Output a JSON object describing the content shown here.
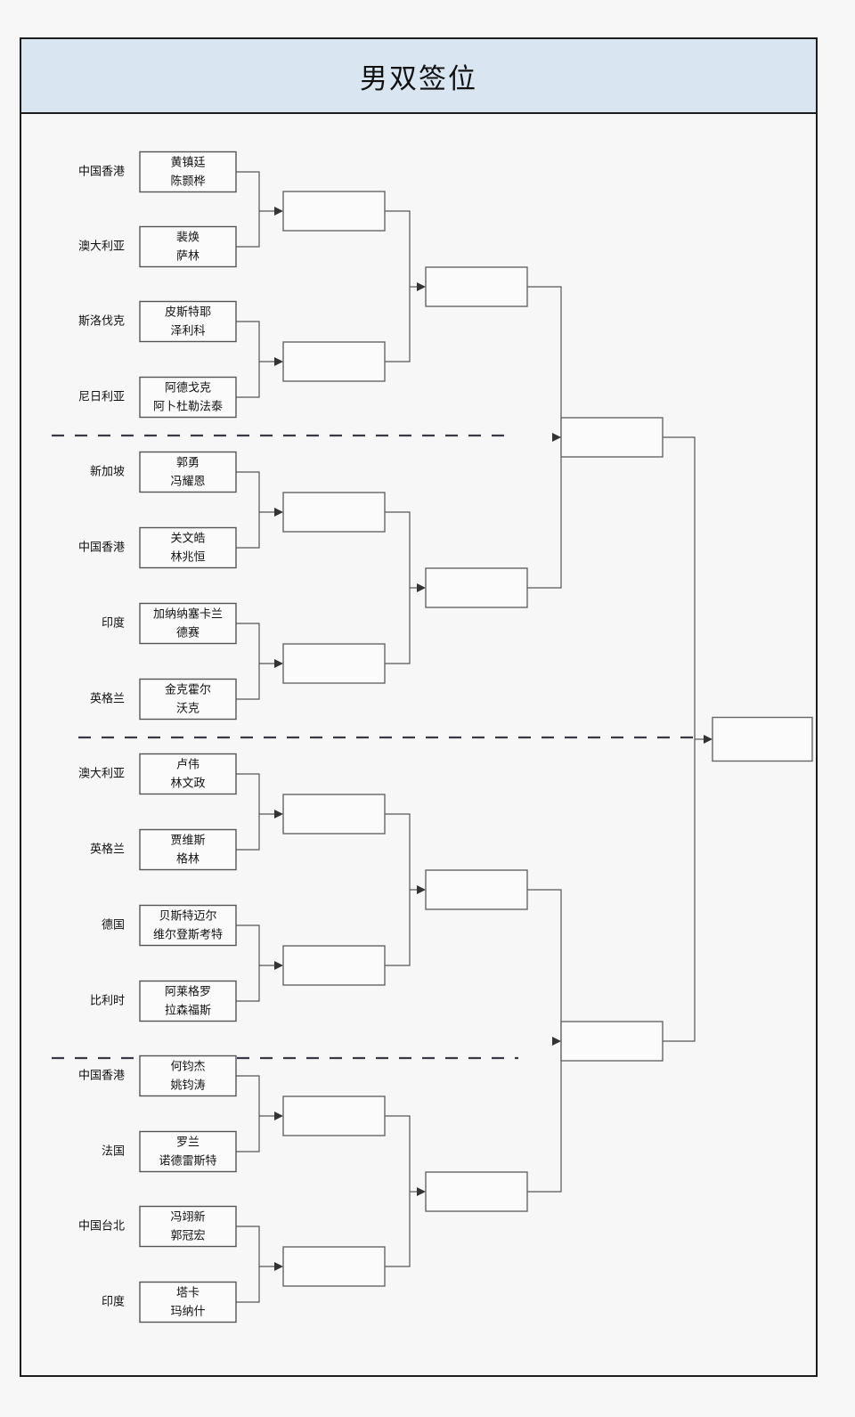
{
  "title": "男双签位",
  "theme": {
    "title_band_bg": "#d9e6f2",
    "frame_border": "#1c1c1c",
    "box_border": "#555555",
    "box_fill": "#fbfbfb",
    "connector": "#555555",
    "separator": "#3a3a46",
    "page_bg": "#f7f7f7"
  },
  "layout": {
    "rounds": 5,
    "entries": 16,
    "separator_count": 3
  },
  "entries": [
    {
      "country": "中国香港",
      "player1": "黄镇廷",
      "player2": "陈颢桦"
    },
    {
      "country": "澳大利亚",
      "player1": "裴焕",
      "player2": "萨林"
    },
    {
      "country": "斯洛伐克",
      "player1": "皮斯特耶",
      "player2": "泽利科"
    },
    {
      "country": "尼日利亚",
      "player1": "阿德戈克",
      "player2": "阿卜杜勒法泰"
    },
    {
      "country": "新加坡",
      "player1": "郭勇",
      "player2": "冯耀恩"
    },
    {
      "country": "中国香港",
      "player1": "关文皓",
      "player2": "林兆恒"
    },
    {
      "country": "印度",
      "player1": "加纳纳塞卡兰",
      "player2": "德赛"
    },
    {
      "country": "英格兰",
      "player1": "金克霍尔",
      "player2": "沃克"
    },
    {
      "country": "澳大利亚",
      "player1": "卢伟",
      "player2": "林文政"
    },
    {
      "country": "英格兰",
      "player1": "贾维斯",
      "player2": "格林"
    },
    {
      "country": "德国",
      "player1": "贝斯特迈尔",
      "player2": "维尔登斯考特"
    },
    {
      "country": "比利时",
      "player1": "阿莱格罗",
      "player2": "拉森福斯"
    },
    {
      "country": "中国香港",
      "player1": "何钧杰",
      "player2": "姚钧涛"
    },
    {
      "country": "法国",
      "player1": "罗兰",
      "player2": "诺德雷斯特"
    },
    {
      "country": "中国台北",
      "player1": "冯翊新",
      "player2": "郭冠宏"
    },
    {
      "country": "印度",
      "player1": "塔卡",
      "player2": "玛纳什"
    }
  ],
  "round2": [
    {
      "label": ""
    },
    {
      "label": ""
    },
    {
      "label": ""
    },
    {
      "label": ""
    },
    {
      "label": ""
    },
    {
      "label": ""
    },
    {
      "label": ""
    },
    {
      "label": ""
    }
  ],
  "round3": [
    {
      "label": ""
    },
    {
      "label": ""
    },
    {
      "label": ""
    },
    {
      "label": ""
    }
  ],
  "round4": [
    {
      "label": ""
    },
    {
      "label": ""
    }
  ],
  "final": {
    "label": ""
  }
}
